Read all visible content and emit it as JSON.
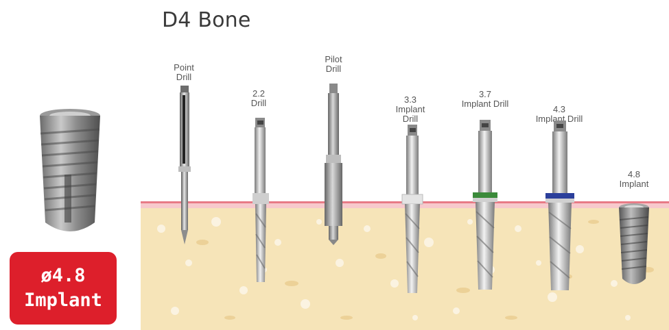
{
  "title": "D4 Bone",
  "badge": {
    "line1": "ø4.8",
    "line2": "Implant"
  },
  "tools": [
    {
      "line1": "Point",
      "line2": "Drill",
      "line3": ""
    },
    {
      "line1": "2.2",
      "line2": "Drill",
      "line3": ""
    },
    {
      "line1": "Pilot",
      "line2": "Drill",
      "line3": ""
    },
    {
      "line1": "3.3",
      "line2": "Implant",
      "line3": "Drill"
    },
    {
      "line1": "3.7",
      "line2": "Implant Drill",
      "line3": ""
    },
    {
      "line1": "4.3",
      "line2": "Implant Drill",
      "line3": ""
    },
    {
      "line1": "4.8",
      "line2": "Implant",
      "line3": ""
    }
  ],
  "colors": {
    "badge": "#dd1f2b",
    "gum": "#f2a5a8",
    "bone": "#f6e3b6",
    "ring_3_7": "#3b8a3a",
    "ring_4_3": "#2b3f9b"
  }
}
